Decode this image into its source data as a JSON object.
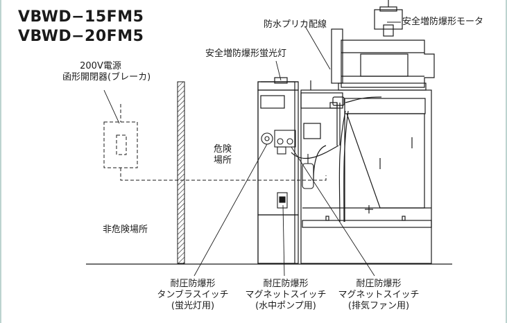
{
  "models": [
    "VBWD−15FM5",
    "VBWD−20FM5"
  ],
  "labels": {
    "waterproof_wiring": "防水プリカ配線",
    "motor": "安全増防爆形モータ",
    "lamp": "安全増防爆形蛍光灯",
    "power_line1": "200V電源",
    "power_line2": "函形開閉器(ブレーカ)",
    "danger_line1": "危険",
    "danger_line2": "場所",
    "non_danger": "非危険場所",
    "sw1_line1": "耐圧防爆形",
    "sw1_line2": "タンブラスイッチ",
    "sw1_line3": "(蛍光灯用)",
    "sw2_line1": "耐圧防爆形",
    "sw2_line2": "マグネットスイッチ",
    "sw2_line3": "(水中ポンプ用)",
    "sw3_line1": "耐圧防爆形",
    "sw3_line2": "マグネットスイッチ",
    "sw3_line3": "(排気ファン用)"
  },
  "colors": {
    "frame": "#bcd3cf",
    "line": "#1a1a1a"
  }
}
